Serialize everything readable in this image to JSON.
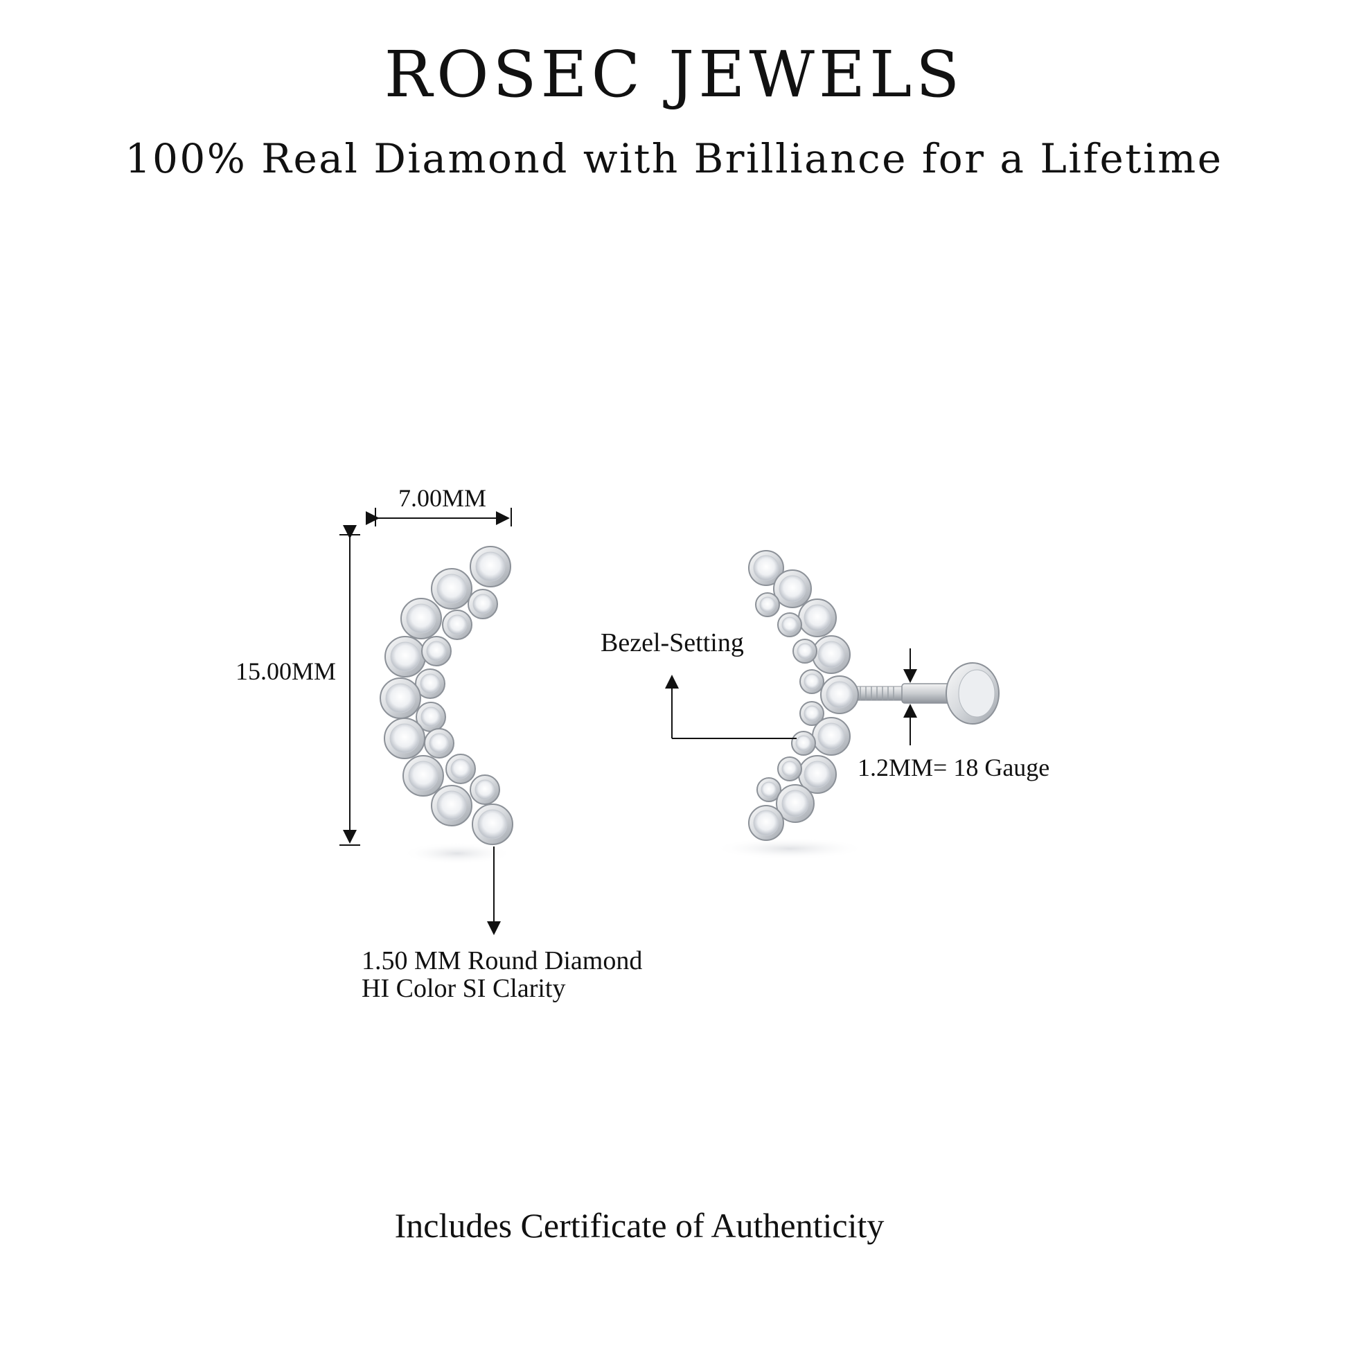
{
  "header": {
    "brand": "ROSEC JEWELS",
    "tagline": "100% Real Diamond with Brilliance for a Lifetime"
  },
  "dimensions": {
    "width_label": "7.00MM",
    "height_label": "15.00MM",
    "diamond_line1": "1.50 MM Round Diamond",
    "diamond_line2": "HI Color SI Clarity",
    "setting_label": "Bezel-Setting",
    "gauge_label": "1.2MM= 18 Gauge"
  },
  "footer": {
    "text": "Includes Certificate of Authenticity"
  }
}
